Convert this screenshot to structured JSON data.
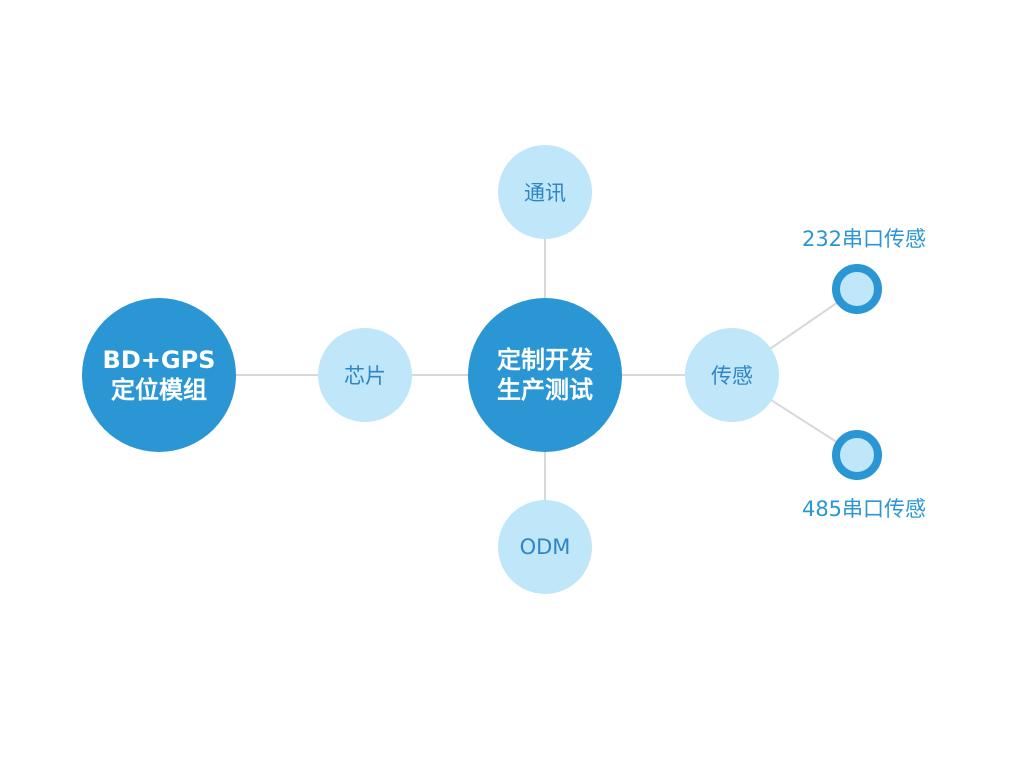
{
  "nodes": {
    "module": {
      "line1": "BD+GPS",
      "line2": "定位模组"
    },
    "chip": {
      "label": "芯片"
    },
    "center": {
      "line1": "定制开发",
      "line2": "生产测试"
    },
    "comm": {
      "label": "通讯"
    },
    "odm": {
      "label": "ODM"
    },
    "sensor": {
      "label": "传感"
    }
  },
  "sensor_branches": {
    "rs232": {
      "label": "232串口传感"
    },
    "rs485": {
      "label": "485串口传感"
    }
  },
  "colors": {
    "primary": "#2a96d4",
    "light": "#bfe6f9",
    "text_light_node": "#2f86c6",
    "connector": "#d6d9dc"
  }
}
